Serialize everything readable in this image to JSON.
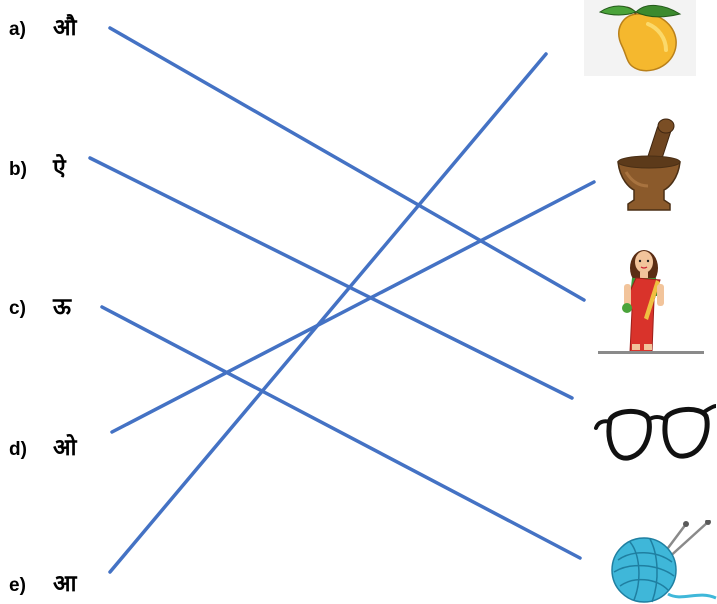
{
  "items": [
    {
      "letter": "a)",
      "glyph": "औ"
    },
    {
      "letter": "b)",
      "glyph": "ऐ"
    },
    {
      "letter": "c)",
      "glyph": "ऊ"
    },
    {
      "letter": "d)",
      "glyph": "ओ"
    },
    {
      "letter": "e)",
      "glyph": "आ"
    }
  ],
  "pictures": [
    "mango-icon",
    "mortar-pestle-icon",
    "woman-saree-icon",
    "eyeglasses-icon",
    "yarn-ball-icon"
  ],
  "colors": {
    "line": "#4472c4",
    "mango": "#f5b82e",
    "leaf": "#3c8a2e",
    "wood": "#8b5a2b",
    "saree": "#d9332b",
    "yarn": "#3fb7d9"
  }
}
